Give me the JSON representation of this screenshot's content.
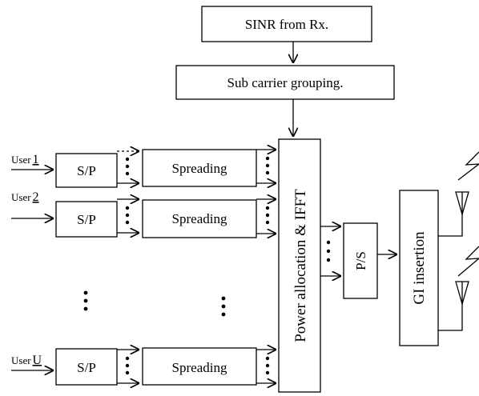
{
  "top_blocks": {
    "sinr": "SINR from Rx.",
    "grouping": "Sub carrier grouping."
  },
  "users": [
    {
      "label_prefix": "User",
      "label_index": "1"
    },
    {
      "label_prefix": "User",
      "label_index": "2"
    },
    {
      "label_prefix": "User",
      "label_index": "U"
    }
  ],
  "blocks": {
    "sp": "S/P",
    "spreading": "Spreading",
    "power_ifft": "Power allocation & IFFT",
    "ps": "P/S",
    "gi": "GI insertion"
  }
}
